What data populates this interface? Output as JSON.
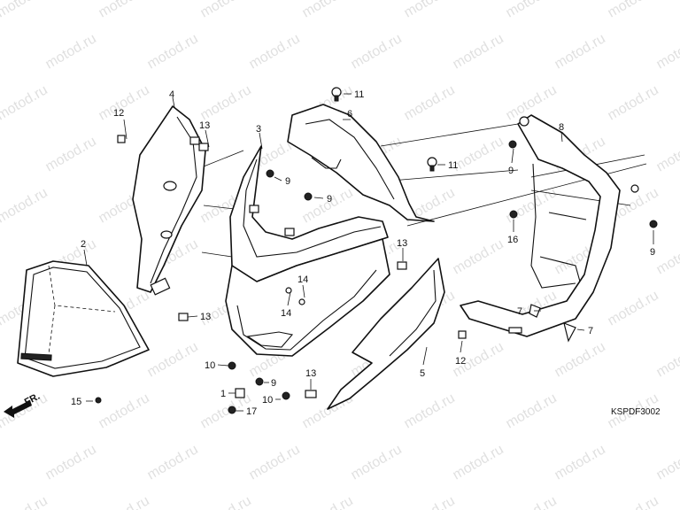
{
  "diagram": {
    "watermark_text": "motod.ru",
    "drawing_code": "KSPDF3002",
    "direction_label": "FR.",
    "callouts": [
      "1",
      "2",
      "3",
      "4",
      "5",
      "6",
      "7",
      "7",
      "8",
      "9",
      "9",
      "9",
      "9",
      "9",
      "10",
      "10",
      "11",
      "11",
      "12",
      "12",
      "13",
      "13",
      "13",
      "13",
      "14",
      "14",
      "15",
      "16",
      "17"
    ]
  }
}
